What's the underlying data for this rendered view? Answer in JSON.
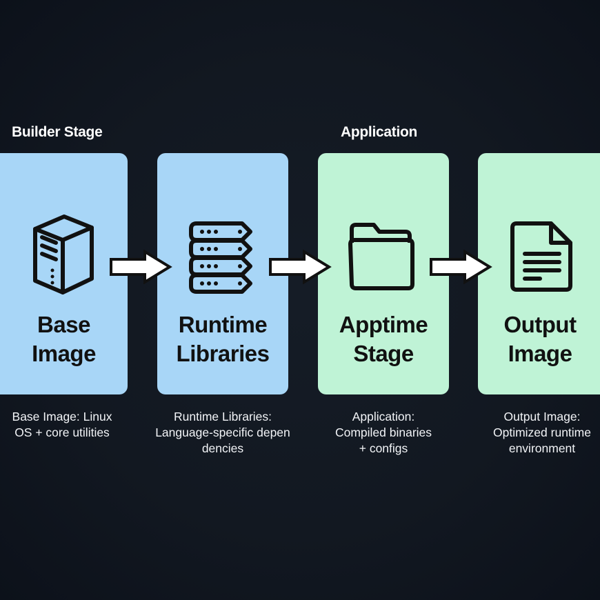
{
  "groups": [
    {
      "label": "Builder Stage"
    },
    {
      "label": "Application"
    }
  ],
  "stages": [
    {
      "title_line1": "Base",
      "title_line2": "Image",
      "icon": "server-icon",
      "color": "#a8d6f7",
      "caption_line1": "Base Image: Linux",
      "caption_line2": "OS + core utilities",
      "caption_line3": ""
    },
    {
      "title_line1": "Runtime",
      "title_line2": "Libraries",
      "icon": "library-stack-icon",
      "color": "#a8d6f7",
      "caption_line1": "Runtime Libraries:",
      "caption_line2": "Language-specific depen",
      "caption_line3": "dencies"
    },
    {
      "title_line1": "Apptime",
      "title_line2": "Stage",
      "icon": "folder-icon",
      "color": "#bff3d6",
      "caption_line1": "Application:",
      "caption_line2": "Compiled binaries",
      "caption_line3": "+ configs"
    },
    {
      "title_line1": "Output",
      "title_line2": "Image",
      "icon": "document-icon",
      "color": "#bff3d6",
      "caption_line1": "Output Image:",
      "caption_line2": "Optimized runtime",
      "caption_line3": "environment"
    }
  ],
  "arrows": [
    {
      "from": "Base Image",
      "to": "Runtime Libraries",
      "icon": "arrow-right-icon"
    },
    {
      "from": "Runtime Libraries",
      "to": "Apptime Stage",
      "icon": "arrow-right-icon"
    },
    {
      "from": "Apptime Stage",
      "to": "Output Image",
      "icon": "arrow-right-icon"
    }
  ]
}
